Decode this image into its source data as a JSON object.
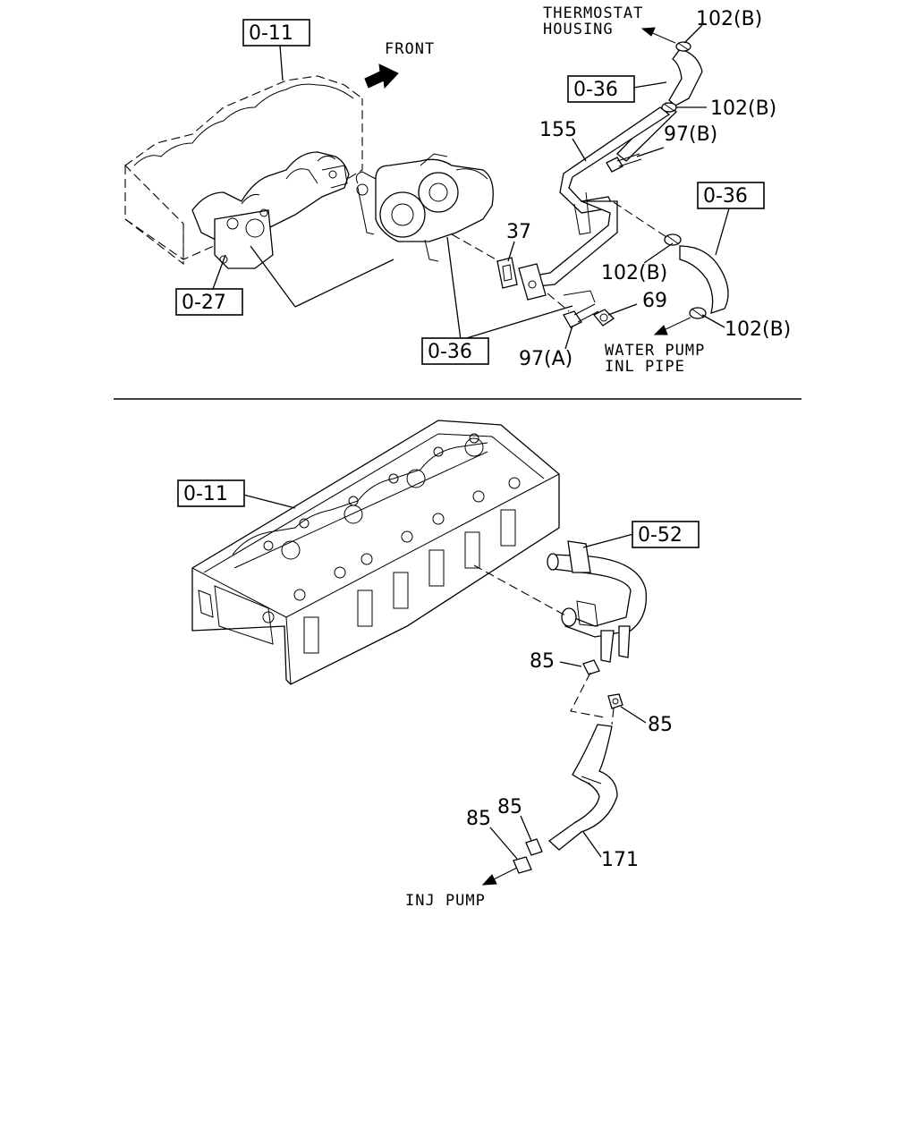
{
  "references": {
    "top_head": "0-11",
    "top_hose_upper": "0-36",
    "top_hose_right": "0-36",
    "manifold": "0-27",
    "turbo": "0-36",
    "bottom_head": "0-11",
    "water_pipe": "0-52"
  },
  "parts": {
    "clip_102b_top": "102(B)",
    "clip_102b_mid": "102(B)",
    "clip_102b_low": "102(B)",
    "clip_102b_bottom": "102(B)",
    "pipe_155": "155",
    "bolt_97b": "97(B)",
    "gasket_37": "37",
    "nut_69": "69",
    "bolt_97a": "97(A)",
    "clip_85_a": "85",
    "clip_85_b": "85",
    "clip_85_c": "85",
    "clip_85_d": "85",
    "hose_171": "171"
  },
  "captions": {
    "front": "FRONT",
    "thermostat_line1": "THERMOSTAT",
    "thermostat_line2": "HOUSING",
    "water_pump_line1": "WATER PUMP",
    "water_pump_line2": "INL PIPE",
    "inj_pump": "INJ PUMP"
  }
}
